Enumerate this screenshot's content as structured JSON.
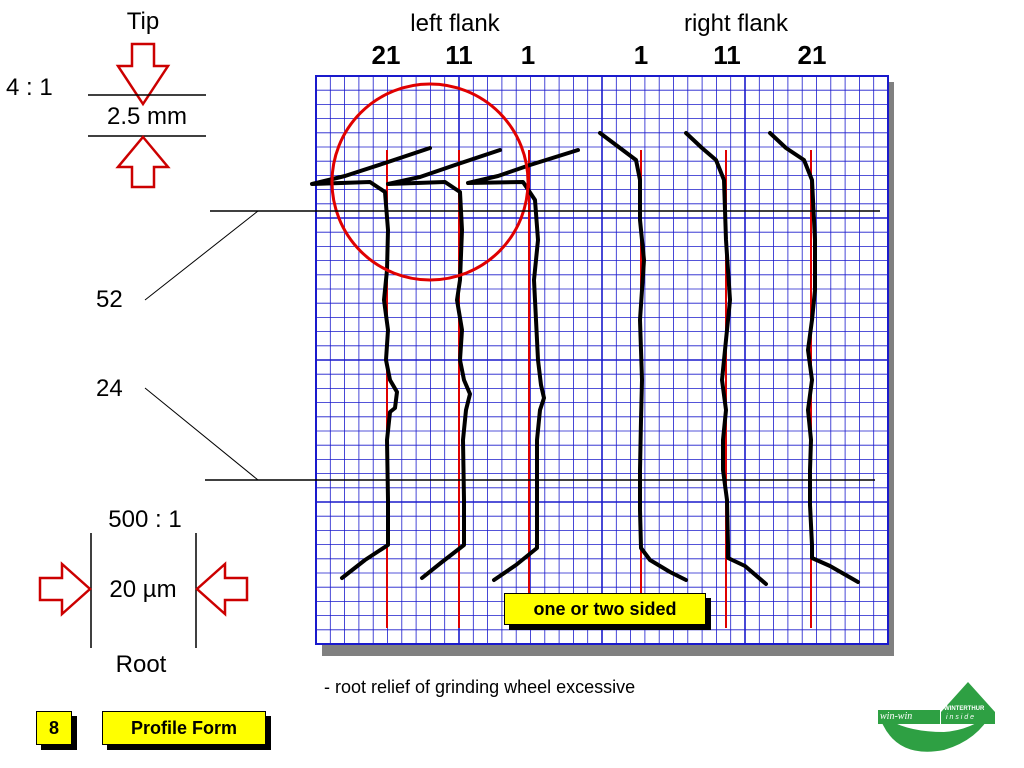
{
  "labels": {
    "tip": "Tip",
    "ratio_tip": "4 : 1",
    "tip_scale": "2.5 mm",
    "root": "Root",
    "ratio_root": "500 : 1",
    "root_scale": "20 µm",
    "diam_top": "52",
    "diam_bottom": "24"
  },
  "flanks": {
    "left": {
      "title": "left flank",
      "teeth": [
        "21",
        "11",
        "1"
      ]
    },
    "right": {
      "title": "right flank",
      "teeth": [
        "1",
        "11",
        "21"
      ]
    }
  },
  "callout": "one or two sided",
  "note": "- root relief of grinding wheel excessive",
  "footer": {
    "page": "8",
    "title": "Profile Form"
  },
  "logo": {
    "brand": "WINTERTHUR",
    "tagline": "i n s i d e",
    "script": "win-win"
  },
  "colors": {
    "grid": "#1a1acc",
    "reference": "#e00000",
    "highlight": "#ffff00",
    "arrow_outline": "#cc0000",
    "logo_green": "#2ea043"
  }
}
